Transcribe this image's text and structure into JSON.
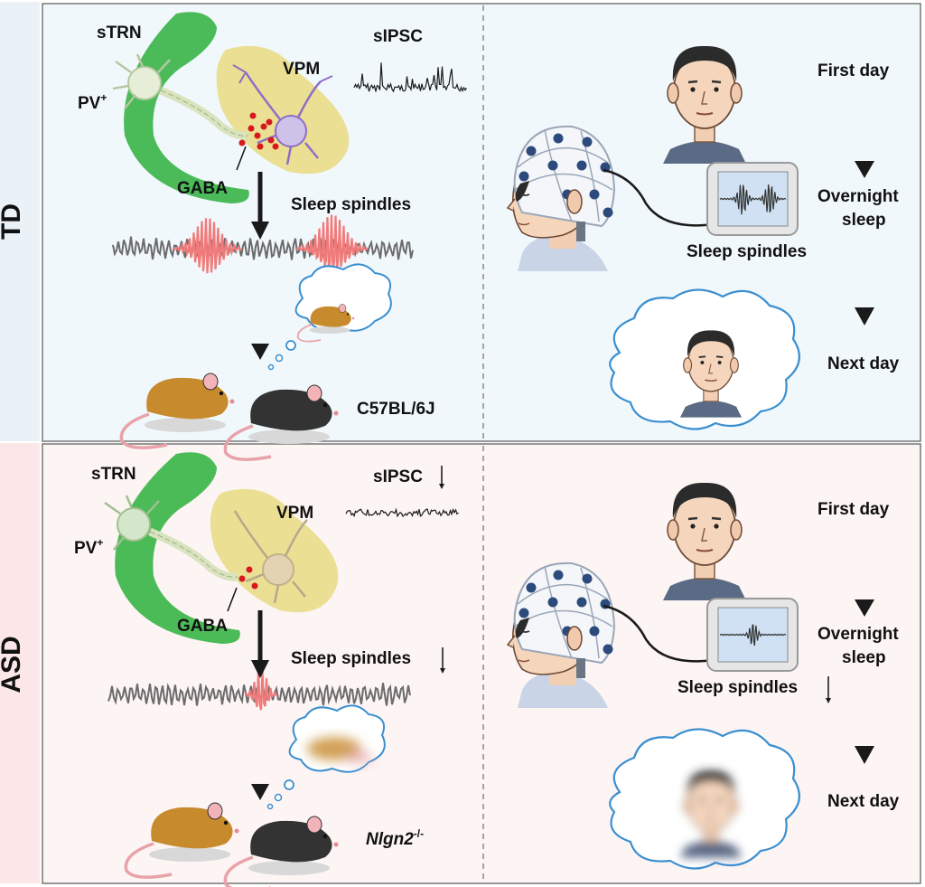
{
  "rows": [
    {
      "side_label": "TD",
      "neuron_label_strn": "sTRN",
      "neuron_label_pv": "PV",
      "neuron_label_pv_sup": "+",
      "neuron_label_vpm": "VPM",
      "gaba_label": "GABA",
      "sipsc_label": "sIPSC",
      "spindles_label": "Sleep spindles",
      "strain_label": "C57BL/6J",
      "first_day": "First day",
      "overnight_line1": "Overnight",
      "overnight_line2": "sleep",
      "human_spindles_label": "Sleep spindles",
      "next_day": "Next day"
    },
    {
      "side_label": "ASD",
      "neuron_label_strn": "sTRN",
      "neuron_label_pv": "PV",
      "neuron_label_pv_sup": "+",
      "neuron_label_vpm": "VPM",
      "gaba_label": "GABA",
      "sipsc_label": "sIPSC",
      "spindles_label": "Sleep spindles",
      "strain_label_main": "Nlgn2",
      "strain_label_sup": "-/-",
      "first_day": "First day",
      "overnight_line1": "Overnight",
      "overnight_line2": "sleep",
      "human_spindles_label": "Sleep spindles",
      "next_day": "Next day"
    }
  ],
  "colors": {
    "td_panel": "#f1f8fc",
    "asd_panel": "#fdf4f4",
    "td_tab": "#eaf2f8",
    "asd_tab": "#fbe7e7",
    "strn_green": "#3cb54a",
    "vpm_yellow": "#eadf93",
    "spindle_red": "#f07b7b",
    "trace_gray": "#6b6b6b",
    "gaba_red": "#d7191f",
    "eeg_blue": "#2d4a7c",
    "mouse_tan": "#c78a2c",
    "mouse_black": "#333333"
  }
}
